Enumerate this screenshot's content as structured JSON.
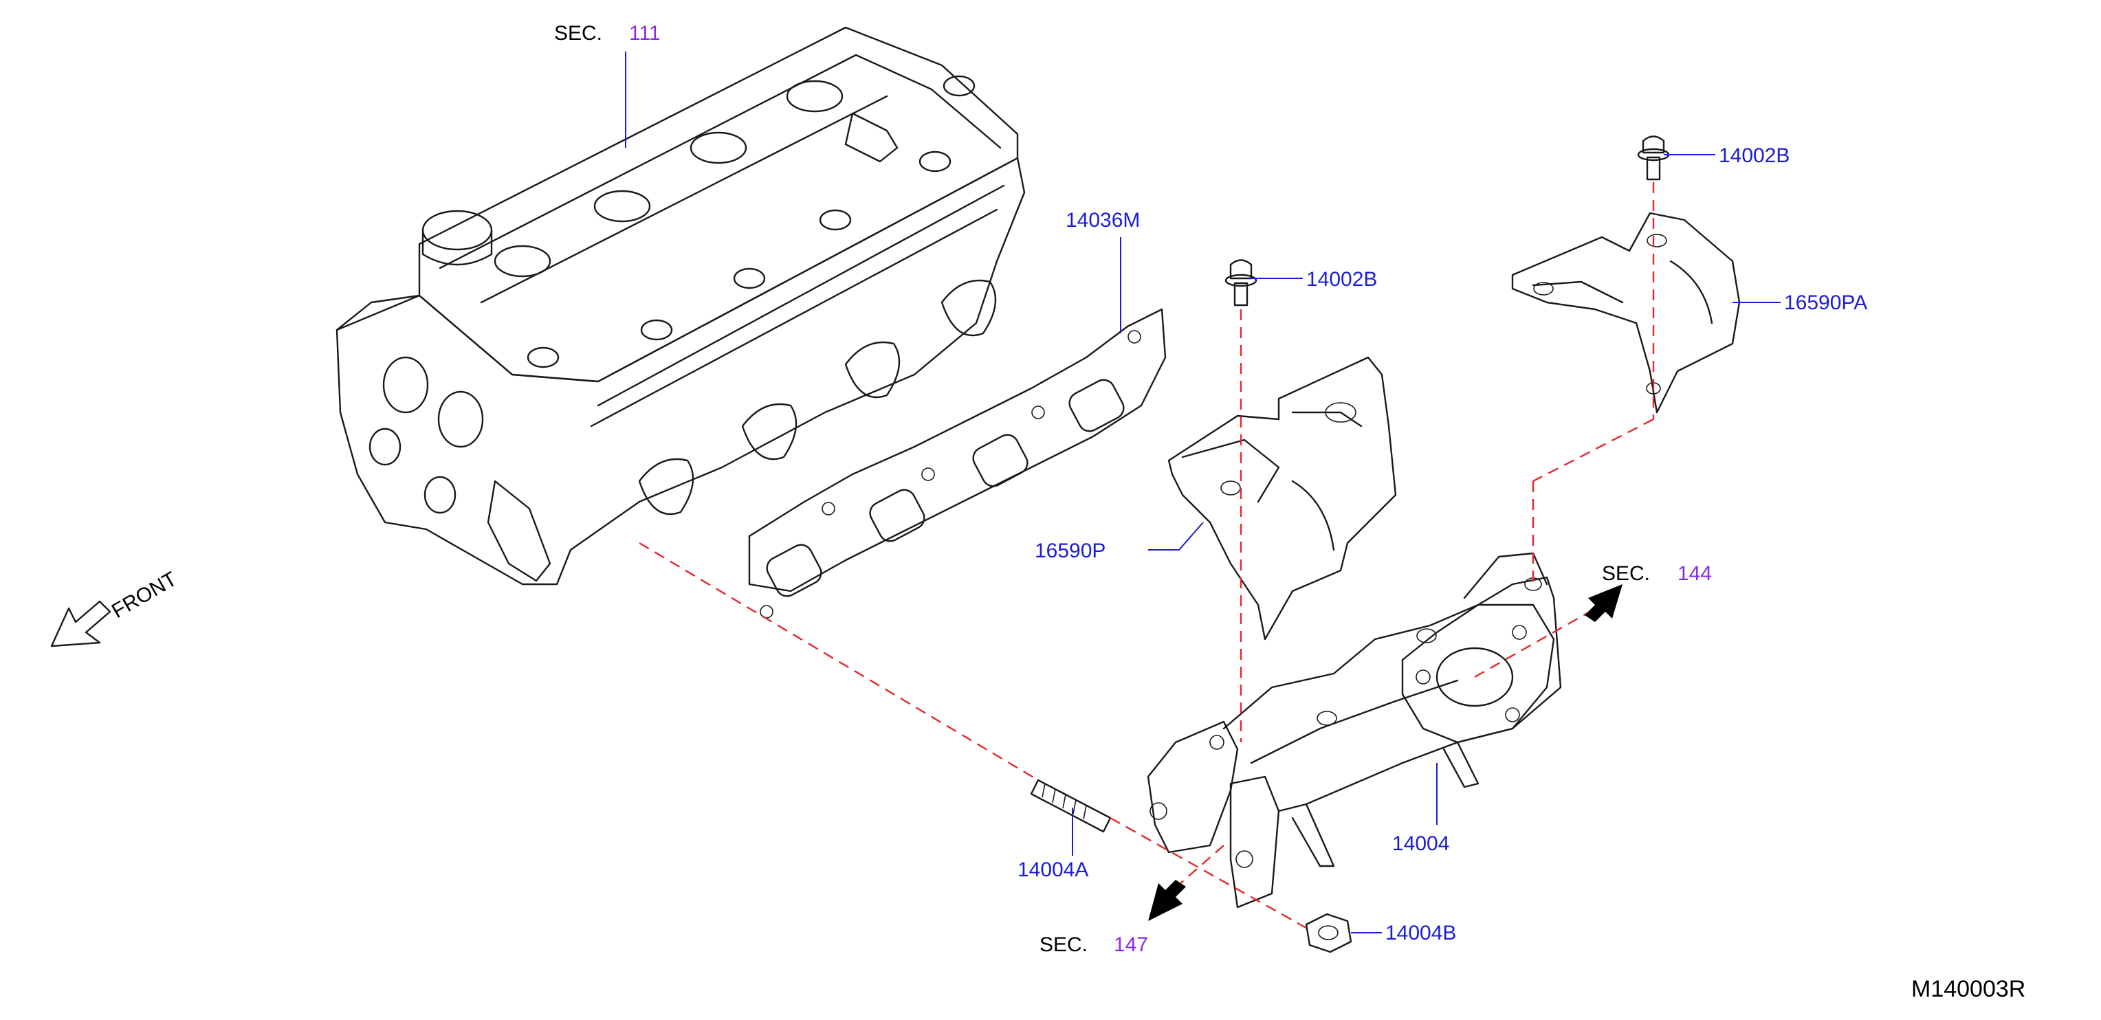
{
  "sections": {
    "sec111": {
      "prefix": "SEC.",
      "number": "111"
    },
    "sec144": {
      "prefix": "SEC.",
      "number": "144"
    },
    "sec147": {
      "prefix": "SEC.",
      "number": "147"
    }
  },
  "parts": {
    "p14036M": "14036M",
    "p14002B_left": "14002B",
    "p14002B_right": "14002B",
    "p16590PA": "16590PA",
    "p16590P": "16590P",
    "p14004": "14004",
    "p14004A": "14004A",
    "p14004B": "14004B"
  },
  "front_label": "FRONT",
  "diagram_code": "M140003R",
  "colors": {
    "part_number": "#1c1cd6",
    "section_number": "#8a2be2",
    "dashed_line": "#e8262a",
    "outline": "#1a1a1a"
  }
}
